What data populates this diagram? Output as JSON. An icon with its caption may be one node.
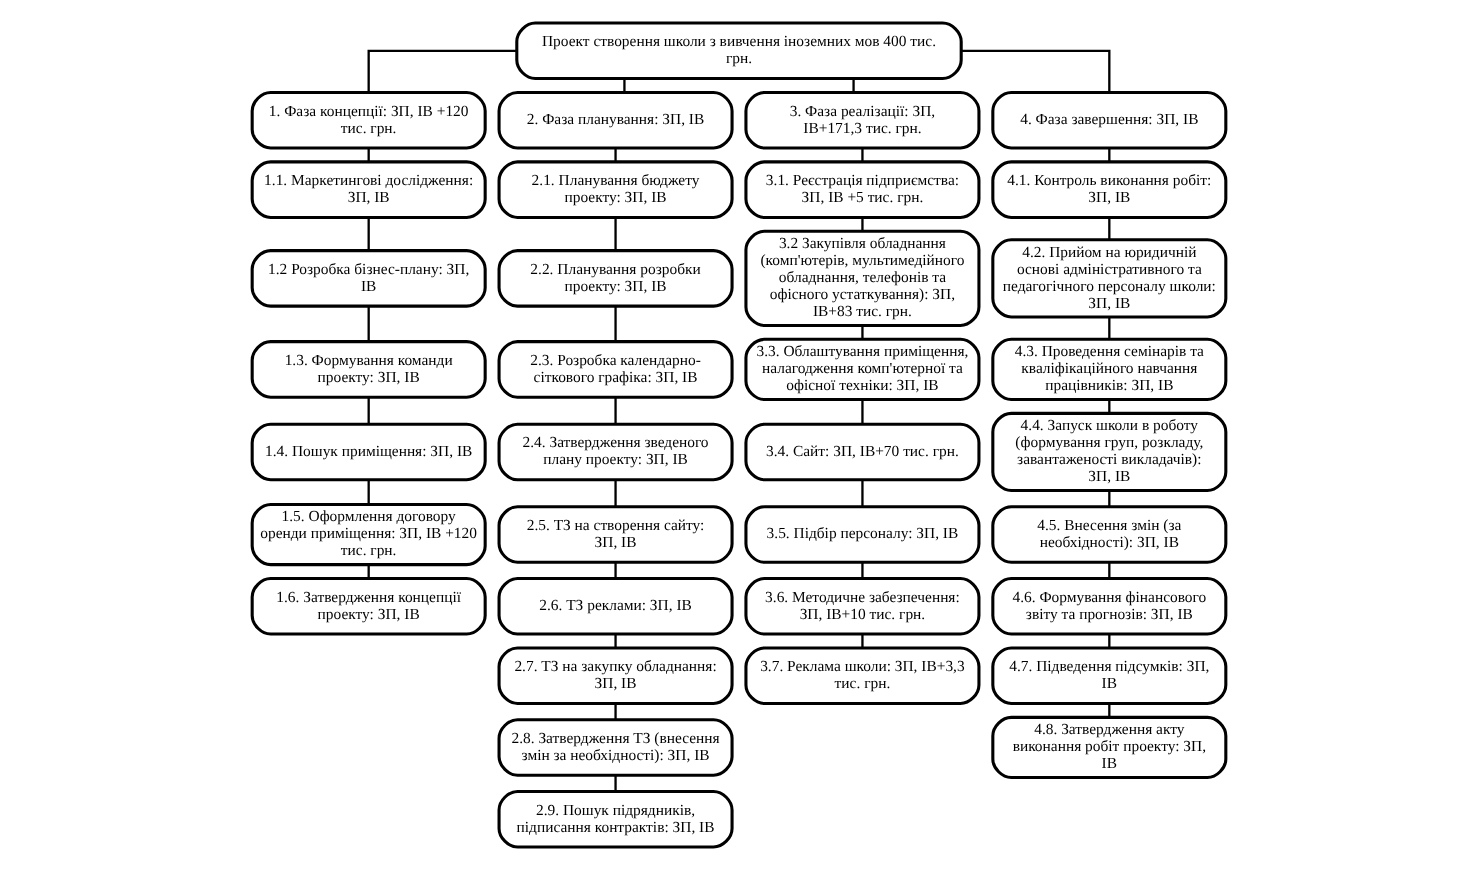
{
  "diagram": {
    "nodes": [
      {
        "text": [
          "Проект створення школи з вивчення іноземних мов 400 тис. грн."
        ]
      },
      {
        "text": [
          "1. Фаза концепції: ЗП, ІВ +120 тис. грн."
        ]
      },
      {
        "text": [
          "1.1. Маркетингові дослідження: ЗП, ІВ"
        ]
      },
      {
        "text": [
          "1.2 Розробка бізнес-плану: ЗП, ІВ"
        ]
      },
      {
        "text": [
          "1.3. Формування команди проекту: ЗП, ІВ"
        ]
      },
      {
        "text": [
          "1.4. Пошук приміщення: ЗП, ІВ"
        ]
      },
      {
        "text": [
          "1.5. Оформлення договору оренди приміщення: ЗП, ІВ +120 тис. грн."
        ]
      },
      {
        "text": [
          "1.6. Затвердження концепції проекту: ЗП, ІВ"
        ]
      },
      {
        "text": [
          "2. Фаза планування: ЗП, ІВ"
        ]
      },
      {
        "text": [
          "2.1. Планування бюджету проекту: ЗП, ІВ"
        ]
      },
      {
        "text": [
          "2.2. Планування розробки проекту: ЗП, ІВ"
        ]
      },
      {
        "text": [
          "2.3. Розробка календарно-сіткового графіка: ЗП, ІВ"
        ]
      },
      {
        "text": [
          "2.4. Затвердження зведеного плану проекту: ЗП, ІВ"
        ]
      },
      {
        "text": [
          "2.5. ТЗ на створення сайту: ЗП, ІВ"
        ]
      },
      {
        "text": [
          "2.6. ТЗ реклами: ЗП, ІВ"
        ]
      },
      {
        "text": [
          "2.7. ТЗ на закупку обладнання: ЗП, ІВ"
        ]
      },
      {
        "text": [
          "2.8. Затвердження ТЗ (внесення змін за необхідності): ЗП, ІВ"
        ]
      },
      {
        "text": [
          "2.9. Пошук підрядників, підписання контрактів: ЗП, ІВ"
        ]
      },
      {
        "text": [
          "3. Фаза реалізації: ЗП, ІВ+171,3 тис. грн."
        ]
      },
      {
        "text": [
          "3.1. Реєстрація підприємства: ЗП, ІВ +5 тис. грн."
        ]
      },
      {
        "text": [
          "3.2 Закупівля обладнання (комп'ютерів, мультимедійного обладнання, телефонів та офісного устаткування): ЗП, ІВ+83 тис. грн."
        ]
      },
      {
        "text": [
          "3.3. Облаштування приміщення, налагодження комп'ютерної та офісної техніки: ЗП, ІВ"
        ]
      },
      {
        "text": [
          "3.4. Сайт: ЗП, ІВ+70 тис. грн."
        ]
      },
      {
        "text": [
          "3.5. Підбір персоналу: ЗП, ІВ"
        ]
      },
      {
        "text": [
          "3.6. Методичне забезпечення: ЗП, ІВ+10 тис. грн."
        ]
      },
      {
        "text": [
          "3.7. Реклама школи: ЗП, ІВ+3,3 тис. грн."
        ]
      },
      {
        "text": [
          "4. Фаза завершення: ЗП, ІВ"
        ]
      },
      {
        "text": [
          "4.1. Контроль виконання робіт: ЗП, ІВ"
        ]
      },
      {
        "text": [
          "4.2. Прийом на юридичній основі адміністративного та педагогічного персоналу школи: ЗП, ІВ"
        ]
      },
      {
        "text": [
          "4.3. Проведення семінарів та кваліфікаційного навчання працівників: ЗП, ІВ"
        ]
      },
      {
        "text": [
          "4.4. Запуск школи в роботу (формування груп, розкладу, завантаженості викладачів): ЗП, ІВ"
        ]
      },
      {
        "text": [
          "4.5. Внесення змін (за необхідності): ЗП, ІВ"
        ]
      },
      {
        "text": [
          "4.6. Формування фінансового звіту та прогнозів: ЗП, ІВ"
        ]
      },
      {
        "text": [
          "4.7. Підведення підсумків: ЗП, ІВ"
        ]
      },
      {
        "text": [
          "4.8. Затвердження акту виконання робіт проекту: ЗП, ІВ"
        ]
      }
    ],
    "edges": [
      {
        "from": 0,
        "to": 1,
        "arrow": "none"
      },
      {
        "from": 0,
        "to": 8,
        "arrow": "none"
      },
      {
        "from": 0,
        "to": 18,
        "arrow": "none"
      },
      {
        "from": 0,
        "to": 26,
        "arrow": "none"
      },
      {
        "from": 1,
        "to": 2,
        "arrow": "none"
      },
      {
        "from": 2,
        "to": 3,
        "arrow": "none"
      },
      {
        "from": 3,
        "to": 4,
        "arrow": "none"
      },
      {
        "from": 4,
        "to": 5,
        "arrow": "none"
      },
      {
        "from": 5,
        "to": 6,
        "arrow": "none"
      },
      {
        "from": 6,
        "to": 7,
        "arrow": "none"
      },
      {
        "from": 8,
        "to": 9,
        "arrow": "none"
      },
      {
        "from": 9,
        "to": 10,
        "arrow": "none"
      },
      {
        "from": 10,
        "to": 11,
        "arrow": "none"
      },
      {
        "from": 11,
        "to": 12,
        "arrow": "none"
      },
      {
        "from": 12,
        "to": 13,
        "arrow": "none"
      },
      {
        "from": 13,
        "to": 14,
        "arrow": "none"
      },
      {
        "from": 14,
        "to": 15,
        "arrow": "none"
      },
      {
        "from": 15,
        "to": 16,
        "arrow": "none"
      },
      {
        "from": 16,
        "to": 17,
        "arrow": "none"
      },
      {
        "from": 18,
        "to": 19,
        "arrow": "none"
      },
      {
        "from": 19,
        "to": 20,
        "arrow": "none"
      },
      {
        "from": 20,
        "to": 21,
        "arrow": "none"
      },
      {
        "from": 21,
        "to": 22,
        "arrow": "none"
      },
      {
        "from": 22,
        "to": 23,
        "arrow": "none"
      },
      {
        "from": 23,
        "to": 24,
        "arrow": "none"
      },
      {
        "from": 24,
        "to": 25,
        "arrow": "none"
      },
      {
        "from": 26,
        "to": 27,
        "arrow": "none"
      },
      {
        "from": 27,
        "to": 28,
        "arrow": "none"
      },
      {
        "from": 28,
        "to": 29,
        "arrow": "none"
      },
      {
        "from": 29,
        "to": 30,
        "arrow": "none"
      },
      {
        "from": 30,
        "to": 31,
        "arrow": "none"
      },
      {
        "from": 31,
        "to": 32,
        "arrow": "none"
      },
      {
        "from": 32,
        "to": 33,
        "arrow": "none"
      },
      {
        "from": 33,
        "to": 34,
        "arrow": "none"
      }
    ]
  }
}
